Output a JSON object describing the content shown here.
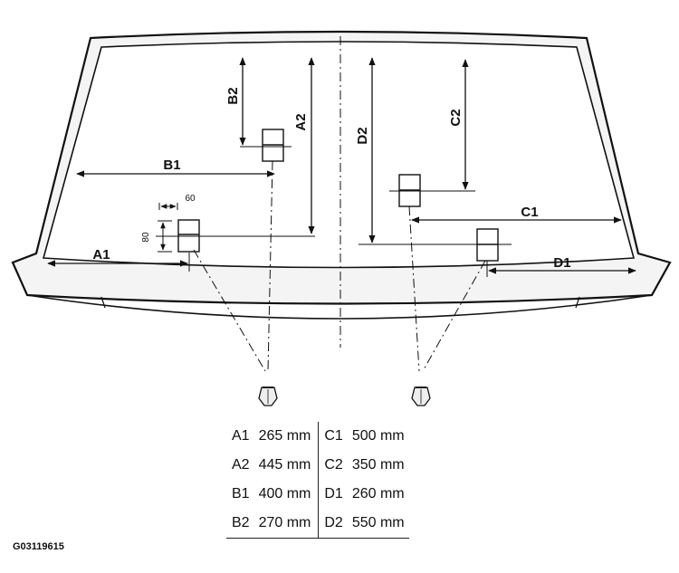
{
  "labels": {
    "A1": "A1",
    "A2": "A2",
    "B1": "B1",
    "B2": "B2",
    "C1": "C1",
    "C2": "C2",
    "D1": "D1",
    "D2": "D2",
    "pad_width": "60",
    "pad_height": "80"
  },
  "table": {
    "rows": [
      {
        "l_code": "A1",
        "l_val": "265 mm",
        "r_code": "C1",
        "r_val": "500 mm"
      },
      {
        "l_code": "A2",
        "l_val": "445 mm",
        "r_code": "C2",
        "r_val": "350 mm"
      },
      {
        "l_code": "B1",
        "l_val": "400 mm",
        "r_code": "D1",
        "r_val": "260 mm"
      },
      {
        "l_code": "B2",
        "l_val": "270 mm",
        "r_code": "D2",
        "r_val": "550 mm"
      }
    ]
  },
  "figure_id": "G03119615"
}
